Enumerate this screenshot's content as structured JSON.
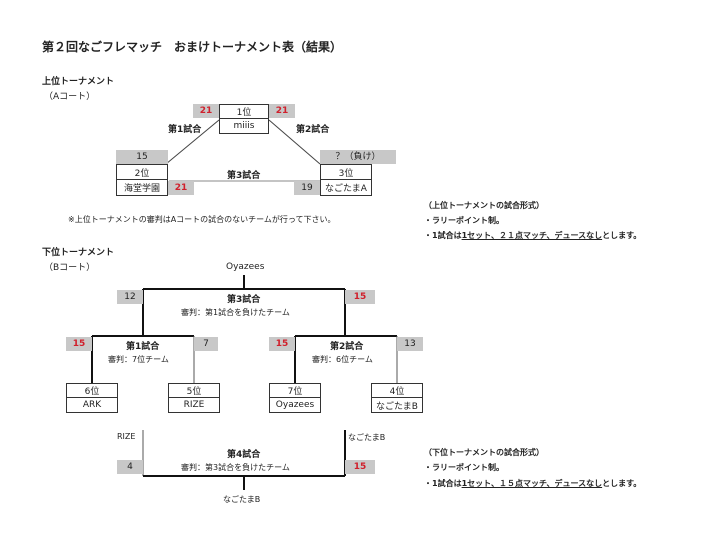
{
  "title": "第２回なごフレマッチ　おまけトーナメント表（結果）",
  "upper": {
    "heading": "上位トーナメント",
    "court": "（Aコート）",
    "first": {
      "rank": "1位",
      "team": "miiis"
    },
    "second": {
      "rank": "2位",
      "team": "海堂学園"
    },
    "third": {
      "rank": "3位",
      "team": "なごたまA"
    },
    "match1_label": "第1試合",
    "match2_label": "第2試合",
    "match3_label": "第3試合",
    "score_top_left": "21",
    "score_top_right": "21",
    "score_left_top": "15",
    "score_right_top": "？（負け）",
    "score_left_bottom": "21",
    "score_right_bottom": "19",
    "note": "※上位トーナメントの審判はAコートの試合のないチームが行って下さい。"
  },
  "upper_format": {
    "title": "（上位トーナメントの試合形式）",
    "line1": "・ラリーポイント制。",
    "line2_pre": "・1試合は",
    "line2_ul": "1セット、２１点マッチ、デュースなし",
    "line2_post": "とします。"
  },
  "lower": {
    "heading": "下位トーナメント",
    "court": "（Bコート）",
    "winner_top": "Oyazees",
    "match3": {
      "label": "第3試合",
      "referee": "審判：第1試合を負けたチーム",
      "score_left": "12",
      "score_right": "15"
    },
    "match1": {
      "label": "第1試合",
      "referee": "審判：7位チーム",
      "score_left": "15",
      "score_right": "7"
    },
    "match2": {
      "label": "第2試合",
      "referee": "審判：6位チーム",
      "score_left": "15",
      "score_right": "13"
    },
    "teams": [
      {
        "rank": "6位",
        "team": "ARK"
      },
      {
        "rank": "5位",
        "team": "RIZE"
      },
      {
        "rank": "7位",
        "team": "Oyazees"
      },
      {
        "rank": "4位",
        "team": "なごたまB"
      }
    ],
    "match4": {
      "left_team": "RIZE",
      "right_team": "なごたまB",
      "label": "第4試合",
      "referee": "審判：第3試合を負けたチーム",
      "score_left": "4",
      "score_right": "15",
      "winner": "なごたまB"
    }
  },
  "lower_format": {
    "title": "（下位トーナメントの試合形式）",
    "line1": "・ラリーポイント制。",
    "line2_pre": "・1試合は",
    "line2_ul": "1セット、１５点マッチ、デュースなし",
    "line2_post": "とします。"
  }
}
